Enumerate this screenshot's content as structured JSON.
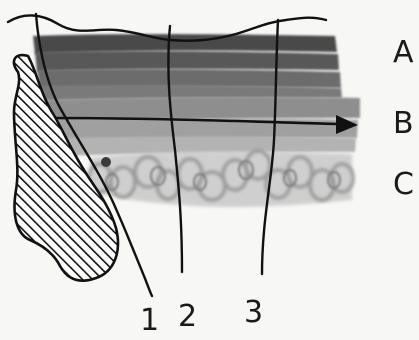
{
  "sketch": {
    "band_labels": [
      "A",
      "B",
      "C"
    ],
    "line_labels": [
      "1",
      "2",
      "3"
    ]
  }
}
